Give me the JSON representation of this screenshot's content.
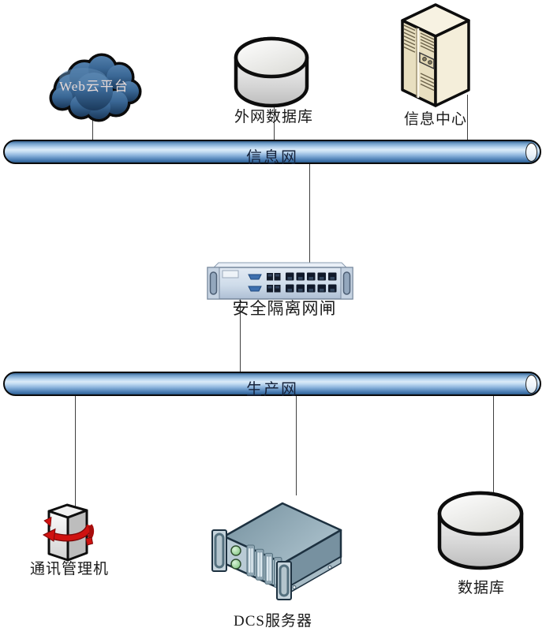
{
  "diagram": {
    "title": "",
    "nodes": {
      "web_cloud": {
        "label": "Web云平台",
        "type": "cloud"
      },
      "external_db": {
        "label": "外网数据库",
        "type": "database"
      },
      "info_center": {
        "label": "信息中心",
        "type": "server-tower"
      },
      "info_network": {
        "label": "信息网",
        "type": "network-bus"
      },
      "gateway": {
        "label": "安全隔离网闸",
        "type": "security-appliance"
      },
      "production_network": {
        "label": "生产网",
        "type": "network-bus"
      },
      "comm_manager": {
        "label": "通讯管理机",
        "type": "workstation"
      },
      "dcs_server": {
        "label": "DCS服务器",
        "type": "rack-server"
      },
      "database": {
        "label": "数据库",
        "type": "database"
      }
    },
    "edges": [
      {
        "from": "web_cloud",
        "to": "info_network"
      },
      {
        "from": "external_db",
        "to": "info_network"
      },
      {
        "from": "info_center",
        "to": "info_network"
      },
      {
        "from": "info_network",
        "to": "gateway"
      },
      {
        "from": "gateway",
        "to": "production_network"
      },
      {
        "from": "production_network",
        "to": "comm_manager"
      },
      {
        "from": "production_network",
        "to": "dcs_server"
      },
      {
        "from": "production_network",
        "to": "database"
      }
    ],
    "colors": {
      "bus_light": "#dcebf8",
      "bus_dark": "#35618d",
      "outline": "#0a0a0a",
      "connector_line": "#3f3f3f",
      "cloud_fill_top": "#527fab",
      "cloud_fill_bottom": "#1b3a5c",
      "cloud_text": "#e6d9d6",
      "tower_beige": "#e8dfc0",
      "gateway_panel": "#cfdcea",
      "port_dark": "#10192a",
      "vga_blue": "#3e6fae",
      "arrow_red": "#cf1210",
      "led_green": "#7cc47c",
      "dcs_top": "#74909e",
      "dcs_front": "#b9cbd5",
      "cylinder_gray": "#c2c2c2"
    }
  }
}
